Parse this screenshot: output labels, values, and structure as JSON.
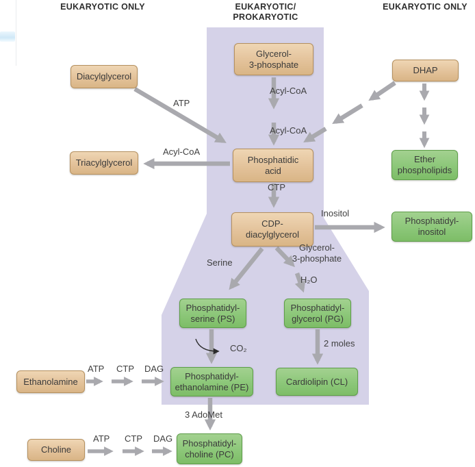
{
  "figure": {
    "region_label_left": "EUKARYOTIC ONLY",
    "region_label_center": "EUKARYOTIC/\nPROKARYOTIC",
    "region_label_right": "EUKARYOTIC ONLY"
  },
  "nodes": {
    "diacylglycerol": "Diacylglycerol",
    "glycerol_3_phosphate": "Glycerol-\n3-phosphate",
    "dhap": "DHAP",
    "triacylglycerol": "Triacylglycerol",
    "phosphatidic_acid": "Phosphatidic\nacid",
    "ether_phospholipids": "Ether\nphospholipids",
    "cdp_diacylglycerol": "CDP-\ndiacylglycerol",
    "phosphatidyl_inositol": "Phosphatidyl-\ninositol",
    "phosphatidyl_serine": "Phosphatidyl-\nserine (PS)",
    "phosphatidyl_glycerol": "Phosphatidyl-\nglycerol (PG)",
    "phosphatidyl_ethanolamine": "Phosphatidyl-\nethanolamine (PE)",
    "cardiolipin": "Cardiolipin (CL)",
    "ethanolamine": "Ethanolamine",
    "choline": "Choline",
    "phosphatidyl_choline": "Phosphatidyl-\ncholine (PC)"
  },
  "labels": {
    "atp_dag_kinase": "ATP",
    "acylcoa_to_tag": "Acyl-CoA",
    "acylcoa_step1": "Acyl-CoA",
    "acylcoa_step2": "Acyl-CoA",
    "ctp": "CTP",
    "inositol": "Inositol",
    "glycerol_3_phosphate_branch": "Glycerol-\n3-phosphate",
    "h2o": "H₂O",
    "serine": "Serine",
    "co2": "CO₂",
    "two_moles": "2 moles",
    "three_adomet": "3 AdoMet",
    "eth_atp": "ATP",
    "eth_ctp": "CTP",
    "eth_dag": "DAG",
    "cho_atp": "ATP",
    "cho_ctp": "CTP",
    "cho_dag": "DAG"
  },
  "colors": {
    "substrate_box": "#e3c29a",
    "product_box": "#8cc779",
    "pathway_region": "#d5d2e8",
    "arrow": "#a9a9ae"
  }
}
